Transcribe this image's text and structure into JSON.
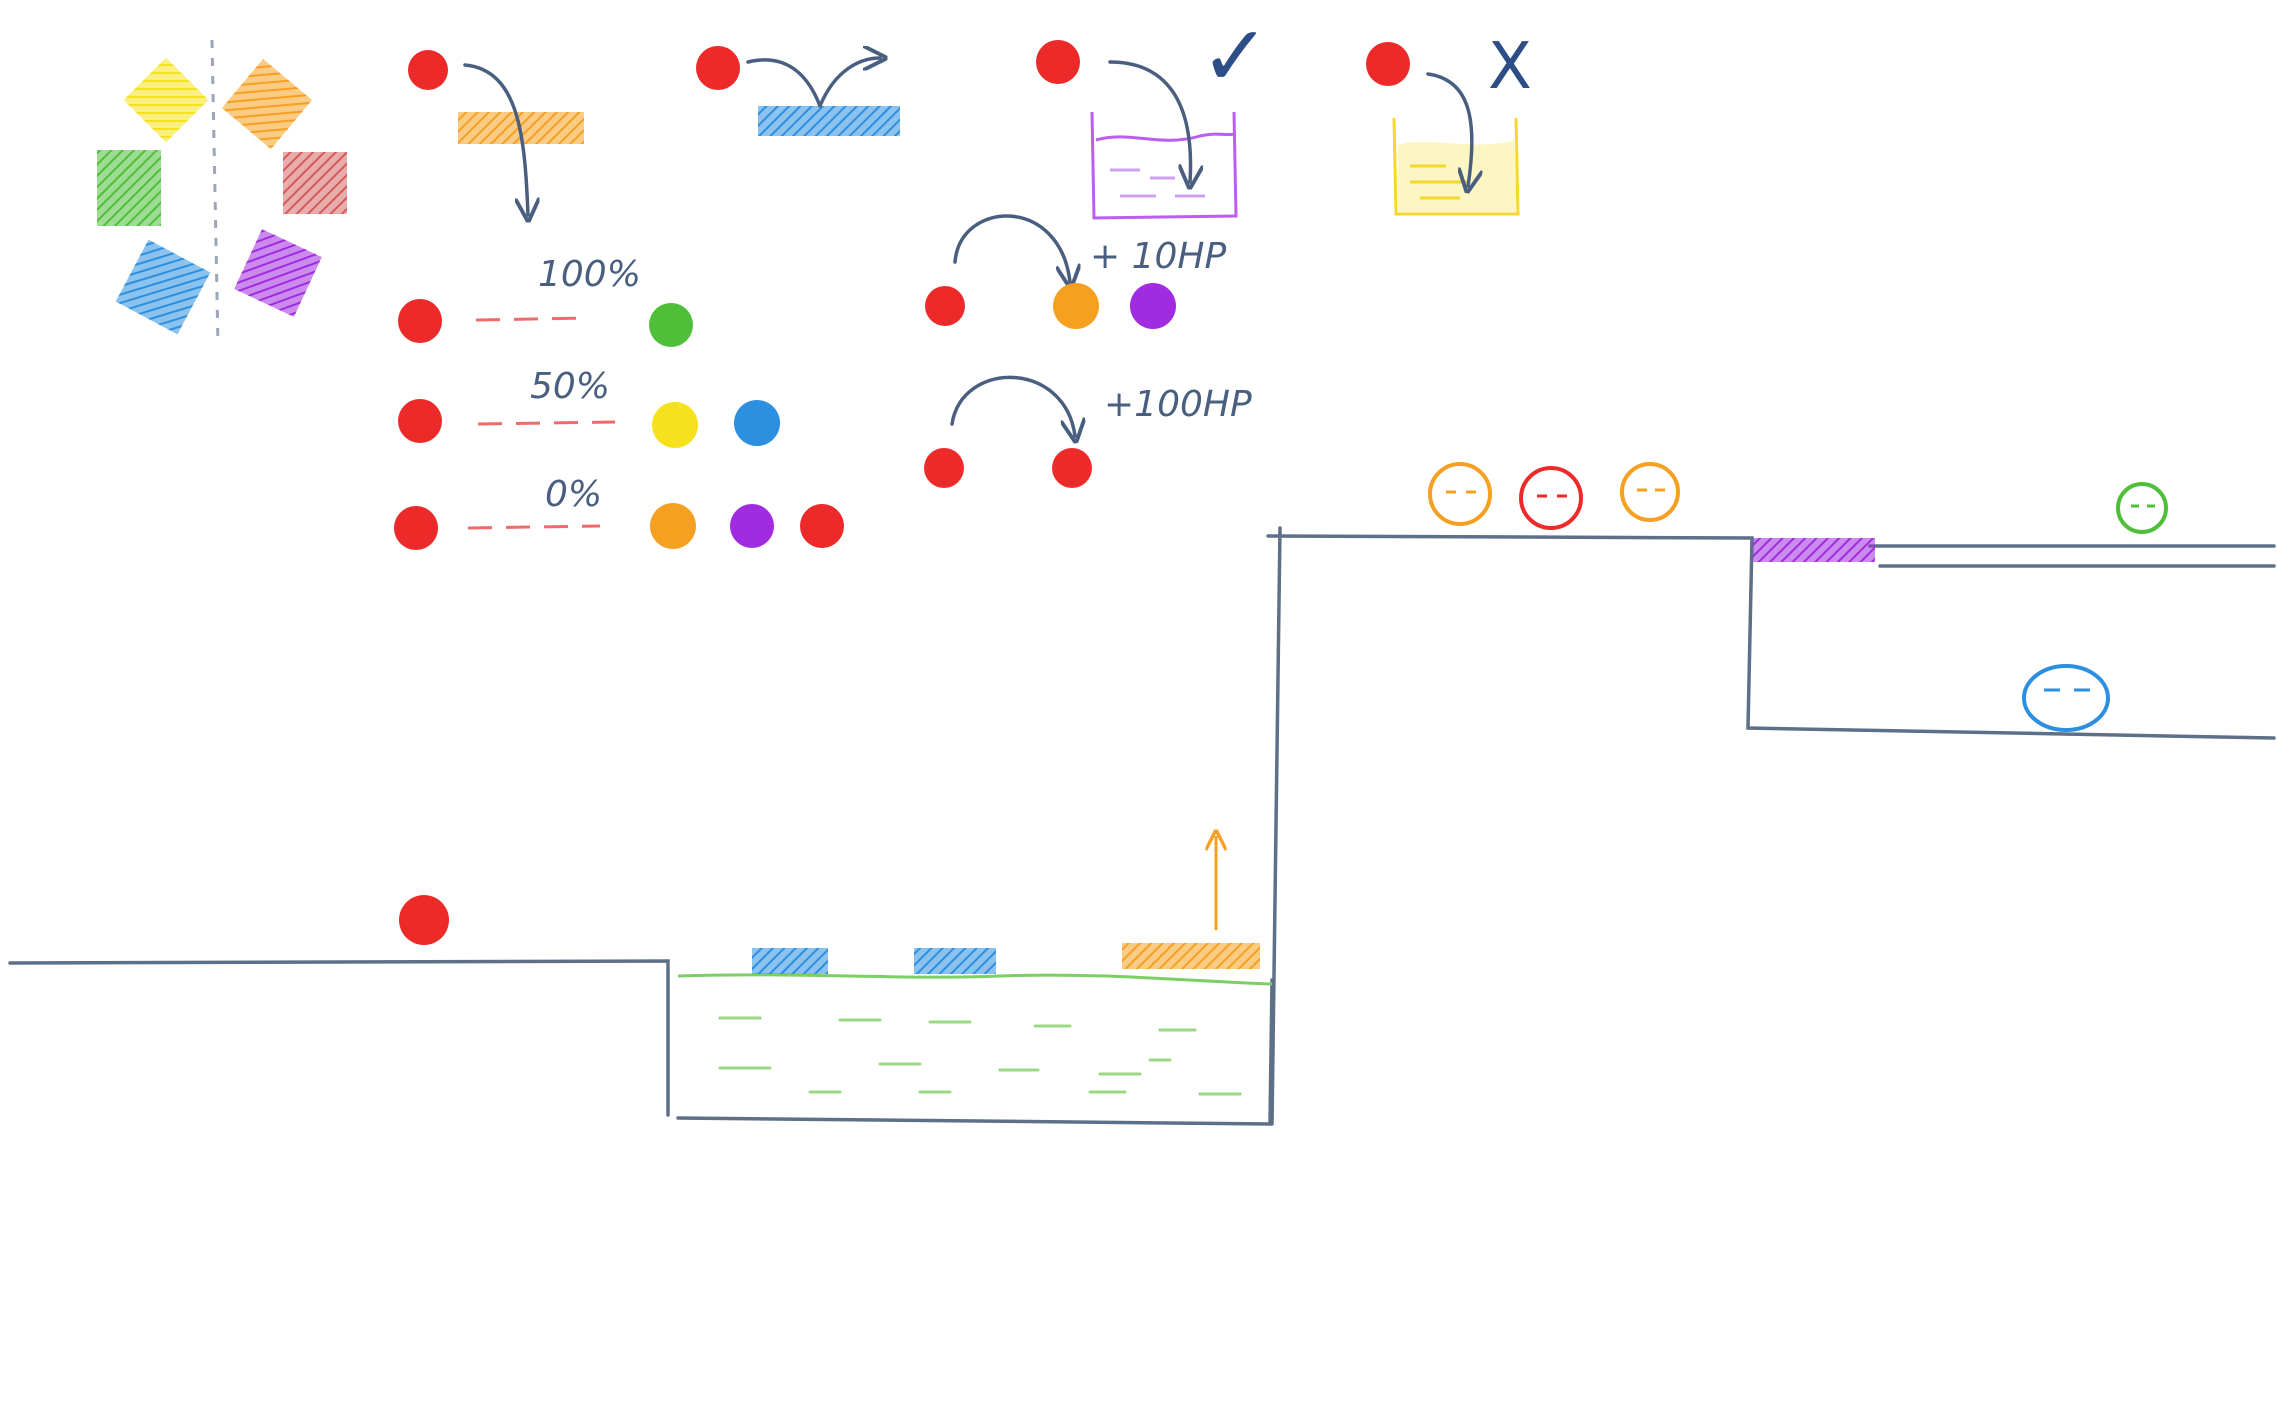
{
  "colors": {
    "red": "#ec2a2a",
    "orange": "#f5a020",
    "yellow": "#f5e11c",
    "green": "#4fbf3a",
    "blue": "#2c8fe0",
    "purple": "#a02be0",
    "pink": "#d45a5a",
    "ink": "#4a5f80",
    "ground": "#5d7088",
    "water": "#7ccf64"
  },
  "color_wheel": {
    "swatches": [
      "yellow",
      "orange",
      "green",
      "red",
      "blue",
      "purple"
    ]
  },
  "interactions": {
    "orange_platform": {
      "icon": "fall-through-arrow-icon"
    },
    "blue_platform": {
      "icon": "bounce-arrow-icon"
    },
    "purple_liquid": {
      "result_mark": "✓"
    },
    "yellow_liquid": {
      "result_mark": "X"
    }
  },
  "damage_table": {
    "rows": [
      {
        "percent": "100%",
        "targets": [
          "green"
        ]
      },
      {
        "percent": "50%",
        "targets": [
          "yellow",
          "blue"
        ]
      },
      {
        "percent": "0%",
        "targets": [
          "orange",
          "purple",
          "red"
        ]
      }
    ]
  },
  "heal_rules": [
    {
      "label": "+ 10HP",
      "targets": [
        "orange",
        "purple"
      ]
    },
    {
      "label": "+100HP",
      "targets": [
        "red"
      ]
    }
  ],
  "level": {
    "player": {
      "color": "red"
    },
    "enemies_top": [
      "orange",
      "red",
      "orange"
    ],
    "enemy_right": "green",
    "enemy_big": "blue",
    "platforms": [
      {
        "color": "blue",
        "type": "bounce"
      },
      {
        "color": "blue",
        "type": "bounce"
      },
      {
        "color": "orange",
        "type": "launch"
      },
      {
        "color": "purple",
        "type": "liquid"
      }
    ]
  }
}
